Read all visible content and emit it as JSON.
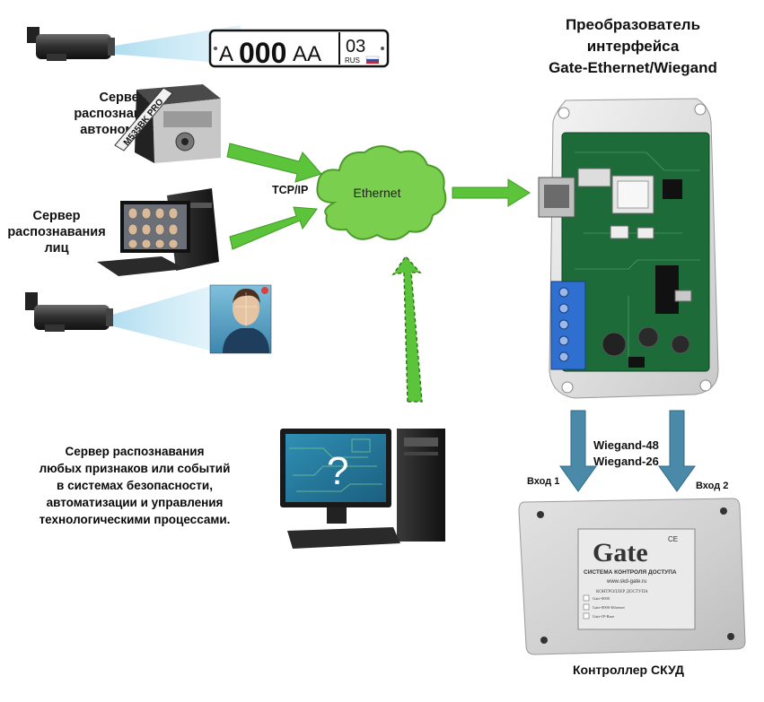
{
  "title_lines": [
    "Преобразователь",
    "интерфейса",
    "Gate-Ethernet/Wiegand"
  ],
  "servers": {
    "plates_lines": [
      "Сервер",
      "распознавания",
      "автономеров"
    ],
    "faces_lines": [
      "Сервер",
      "распознавания",
      "лиц"
    ],
    "any_lines": [
      "Сервер распознавания",
      "любых признаков или событий",
      "в системах безопасности,",
      "автоматизации и управления",
      "технологическими процессами."
    ]
  },
  "plate": {
    "series_left": "А",
    "number": "000",
    "series_right": "АА",
    "region": "03",
    "country": "RUS"
  },
  "nvr_front_plate": "M535BK PRO",
  "network": {
    "protocol": "TCP/IP",
    "cloud": "Ethernet"
  },
  "wiegand": {
    "w48": "Wiegand-48",
    "w26": "Wiegand-26"
  },
  "inputs": {
    "in1": "Вход 1",
    "in2": "Вход 2"
  },
  "controller": {
    "label": "Контроллер СКУД",
    "brand": "Gate",
    "subtitle": "СИСТЕМА КОНТРОЛЯ ДОСТУПА",
    "site": "www.skd-gate.ru",
    "panel_title": "КОНТРОЛЛЕР ДОСТУПА",
    "models": [
      "Gate-8000",
      "Gate-8000-Ethernet",
      "Gate-IP-Base"
    ],
    "cert": "CE"
  },
  "pc_question": "?",
  "colors": {
    "arrow_green": "#5cc43a",
    "arrow_green_dark": "#3e9a24",
    "arrow_blue": "#4a8aa8",
    "cloud": "#7ad04e",
    "board": "#1e6b3a"
  }
}
